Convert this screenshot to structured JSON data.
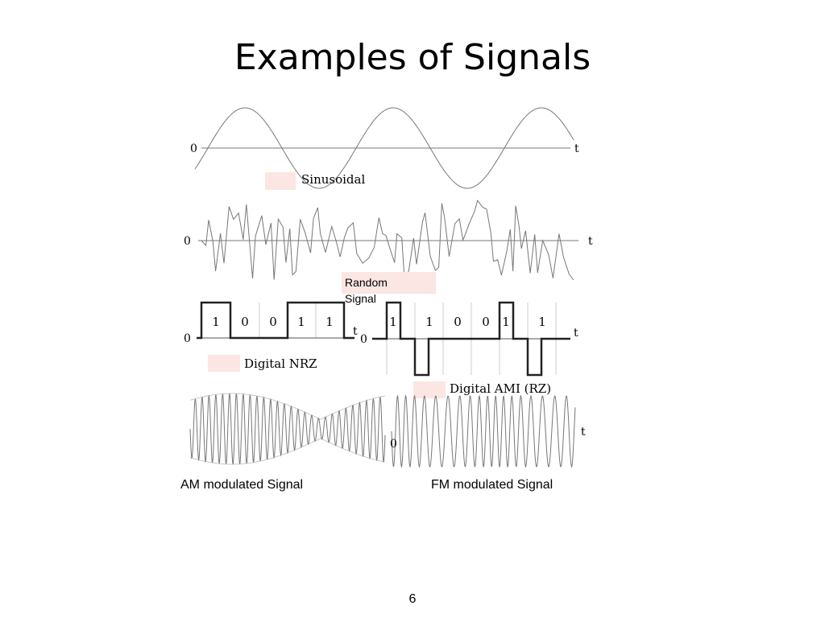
{
  "title": "Examples of Signals",
  "page_number": "6",
  "colors": {
    "highlight": "#fbe6e3",
    "wave": "#777777",
    "axis": "#666666",
    "digital": "#222222",
    "grid": "#cccccc"
  },
  "sinusoidal": {
    "zero_label": "0",
    "axis_label": "t",
    "label": "Sinusoidal"
  },
  "random": {
    "zero_label": "0",
    "axis_label": "t",
    "label": "Random\nSignal"
  },
  "nrz": {
    "zero_label": "0",
    "axis_label": "t",
    "label": "Digital NRZ",
    "bits": [
      "1",
      "0",
      "0",
      "1",
      "1"
    ]
  },
  "ami": {
    "zero_label": "0",
    "axis_label": "t",
    "label": "Digital AMI (RZ)",
    "bits": [
      "1",
      "1",
      "0",
      "0",
      "1",
      "1"
    ]
  },
  "am": {
    "caption": "AM modulated Signal"
  },
  "fm": {
    "zero_label": "0",
    "axis_label": "t",
    "caption": "FM modulated Signal"
  }
}
